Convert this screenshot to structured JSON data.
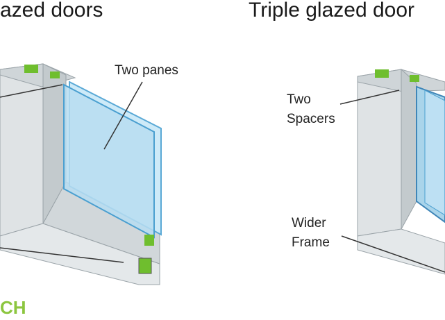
{
  "left": {
    "title": "azed doors",
    "label_panes": "Two panes"
  },
  "right": {
    "title": "Triple glazed door",
    "label_spacers_1": "Two",
    "label_spacers_2": "Spacers",
    "label_frame_1": "Wider",
    "label_frame_2": "Frame"
  },
  "brand": "CH",
  "colors": {
    "frame": "#d9dee0",
    "frame_shadow": "#aeb6ba",
    "glass": "#bfe3f5",
    "glass_edge": "#5aa9d6",
    "green": "#6fbe2e"
  }
}
